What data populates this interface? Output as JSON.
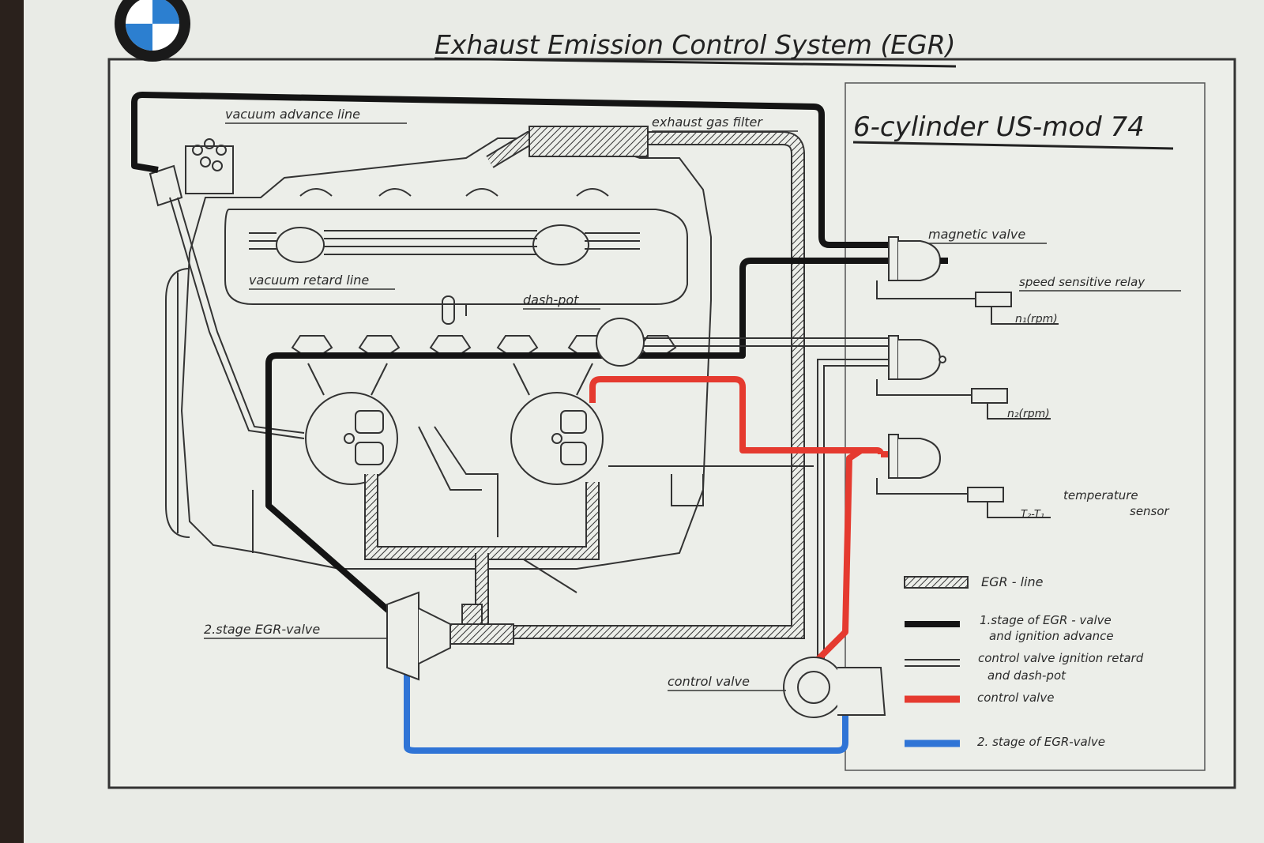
{
  "title": "Exhaust Emission  Control System (EGR)",
  "subtitle": "6-cylinder US-mod 74",
  "labels": {
    "vacuum_advance": "vacuum advance line",
    "exhaust_gas_filter": "exhaust gas filter",
    "magnetic_valve": "magnetic valve",
    "speed_relay": "speed sensitive relay",
    "n1": "n₁(rpm)",
    "n2": "n₂(rpm)",
    "vacuum_retard": "vacuum retard line",
    "dash_pot": "dash-pot",
    "temperature": "temperature",
    "sensor": "sensor",
    "tt": "T₂-T₁",
    "stage2_valve": "2.stage EGR-valve",
    "control_valve": "control valve"
  },
  "legend": [
    {
      "line1": "EGR - line",
      "line2": "",
      "color": "#444444",
      "style": "hatched"
    },
    {
      "line1": "1.stage of EGR - valve",
      "line2": "and ignition advance",
      "color": "#111111",
      "style": "solid"
    },
    {
      "line1": "control valve ignition retard",
      "line2": "and dash-pot",
      "color": "#111111",
      "style": "double"
    },
    {
      "line1": "control valve",
      "line2": "",
      "color": "#e53a2f",
      "style": "solid"
    },
    {
      "line1": "2. stage of EGR-valve",
      "line2": "",
      "color": "#2f74d6",
      "style": "solid"
    }
  ],
  "colors": {
    "black_line": "#141414",
    "red_line": "#e53a2f",
    "blue_line": "#2f74d6",
    "panel": "#eceee9"
  }
}
